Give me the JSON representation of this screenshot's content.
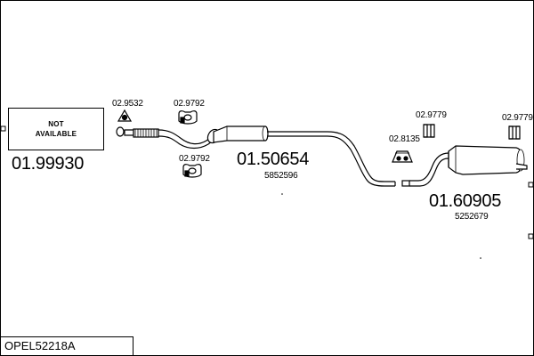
{
  "not_available": {
    "line1": "NOT",
    "line2": "AVAILABLE"
  },
  "parts": {
    "front_pipe": {
      "number": "01.99930"
    },
    "middle_silencer": {
      "number": "01.50654",
      "oe": "5852596"
    },
    "rear_silencer": {
      "number": "01.60905",
      "oe": "5252679"
    }
  },
  "accessories": {
    "gasket": "02.9532",
    "clamp_upper": "02.9792",
    "clamp_lower": "02.9792",
    "hanger_mid": "02.8135",
    "hanger_rear_1": "02.9779",
    "hanger_rear_2": "02.9779"
  },
  "reference": "OPEL52218A"
}
